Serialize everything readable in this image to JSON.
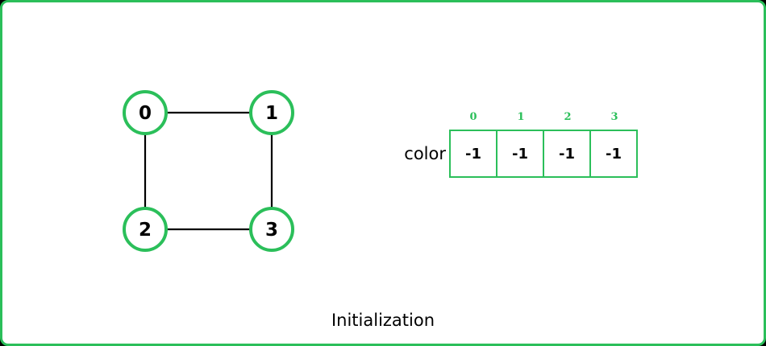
{
  "graph": {
    "nodes": [
      {
        "id": "0",
        "label": "0"
      },
      {
        "id": "1",
        "label": "1"
      },
      {
        "id": "2",
        "label": "2"
      },
      {
        "id": "3",
        "label": "3"
      }
    ],
    "edges": [
      [
        "0",
        "1"
      ],
      [
        "0",
        "2"
      ],
      [
        "1",
        "3"
      ],
      [
        "2",
        "3"
      ]
    ],
    "node_border_color": "#2bbf5a",
    "edge_color": "#000000"
  },
  "color_array": {
    "label": "color",
    "indices": [
      "0",
      "1",
      "2",
      "3"
    ],
    "values": [
      "-1",
      "-1",
      "-1",
      "-1"
    ],
    "border_color": "#2bbf5a"
  },
  "caption": "Initialization"
}
